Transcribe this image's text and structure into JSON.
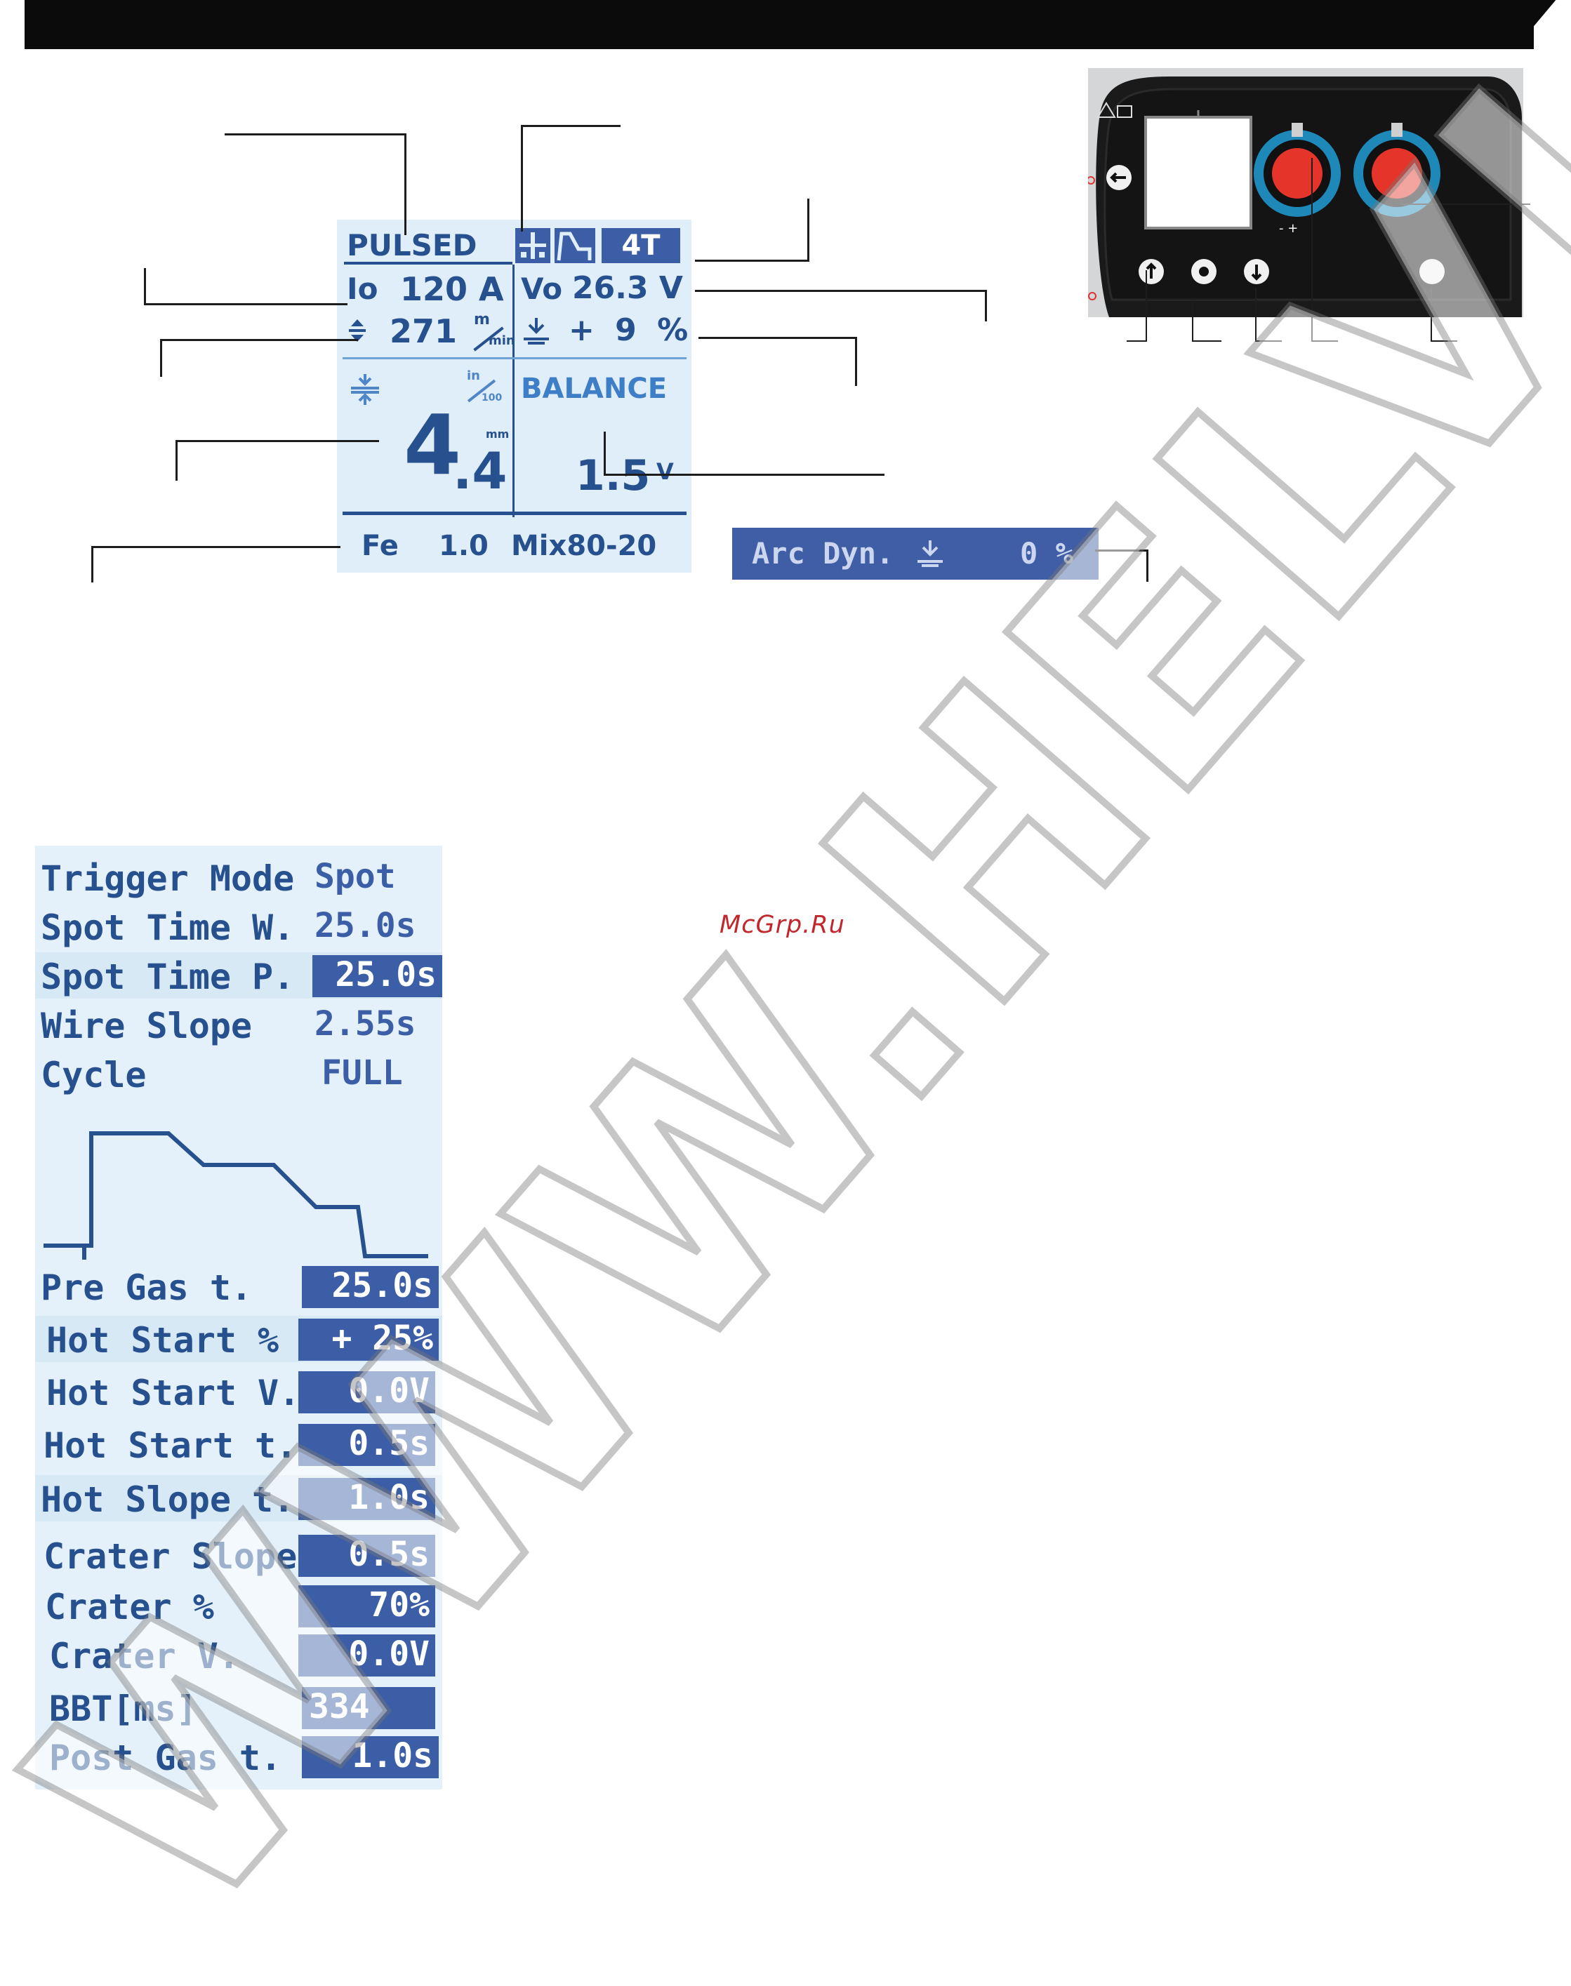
{
  "lcd_display": {
    "mode": "PULSED",
    "trigger_mode_badge": "4T",
    "current_label": "Io",
    "current_value": "120 A",
    "voltage_label": "Vo",
    "voltage_value": "26.3 V",
    "wire_speed_value": "271",
    "wire_speed_unit_top": "m",
    "wire_speed_unit_bottom": "min",
    "arc_correction_value": "+ 9 %",
    "thickness_unit_top": "in",
    "thickness_unit_bottom": "100",
    "thickness_unit_mm": "mm",
    "thickness_value_big": "4",
    "thickness_value_small": ".4",
    "balance_label": "BALANCE",
    "balance_value": "1.5",
    "balance_unit": "V",
    "material": "Fe",
    "wire_diameter": "1.0",
    "gas": "Mix80-20"
  },
  "arc_dynamics": {
    "label": "Arc Dyn.",
    "value": "0 %"
  },
  "control_panel": {
    "polarity_label": "- +"
  },
  "settings_menu": {
    "header_rows": [
      {
        "label": "Trigger Mode",
        "value": "Spot",
        "highlight": false
      },
      {
        "label": "Spot Time W.",
        "value": "25.0s",
        "highlight": false
      },
      {
        "label": "Spot Time P.",
        "value": "25.0s",
        "highlight": true
      },
      {
        "label": "Wire Slope",
        "value": "2.55s",
        "highlight": false
      },
      {
        "label": "Cycle",
        "value": "FULL",
        "highlight": false
      }
    ],
    "rows": [
      {
        "label": "Pre Gas t.",
        "value": "25.0s"
      },
      {
        "label": "Hot Start %",
        "value": "+ 25%"
      },
      {
        "label": "Hot Start V.",
        "value": "0.0V"
      },
      {
        "label": "Hot Start t.",
        "value": "0.5s"
      },
      {
        "label": "Hot Slope t.",
        "value": "1.0s"
      },
      {
        "label": "Crater Slope",
        "value": "0.5s"
      },
      {
        "label": "Crater %",
        "value": "70%"
      },
      {
        "label": "Crater V.",
        "value": "0.0V"
      },
      {
        "label": "BBT[ms]",
        "value": "334"
      },
      {
        "label": "Post Gas t.",
        "value": "1.0s"
      }
    ]
  },
  "watermark": "WWW.HELVI-WELD.RU",
  "source_mark": "McGrp.Ru",
  "colors": {
    "lcd_blue": "#27508f",
    "lcd_bg": "#dfeef8",
    "highlight": "#3b5ea6",
    "knob_red": "#e5352b",
    "knob_ring": "#1e88b8"
  }
}
